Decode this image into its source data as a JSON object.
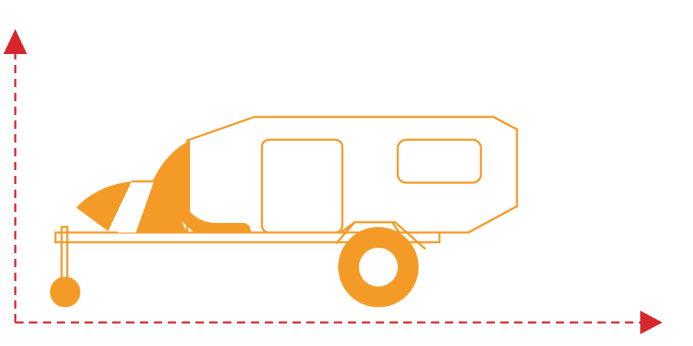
{
  "colors": {
    "axis": "#d7262c",
    "trailer": "#f39a27",
    "background": "#ffffff"
  },
  "axes": {
    "style": "dashed",
    "x_arrow": "arrow-right",
    "y_arrow": "arrow-up",
    "x_label": "",
    "y_label": ""
  },
  "illustration": {
    "subject": "camper-trailer-icon",
    "style": "outline"
  }
}
